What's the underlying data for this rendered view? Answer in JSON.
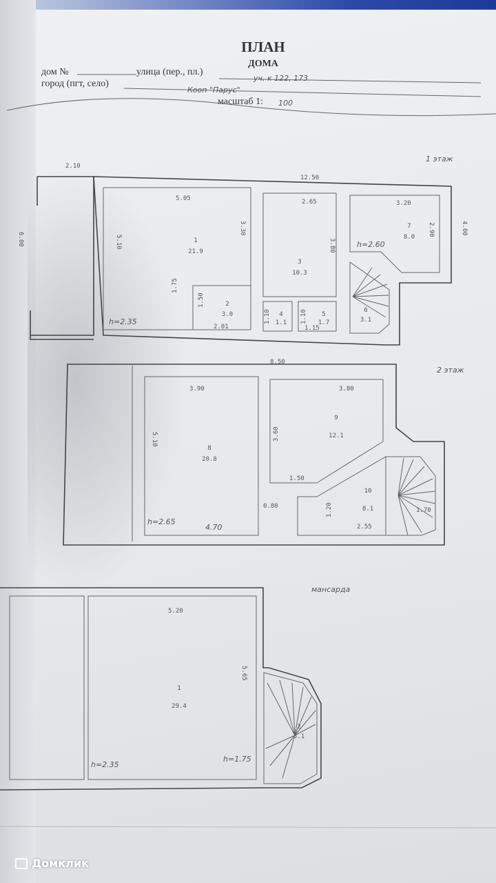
{
  "header": {
    "title": "ПЛАН",
    "subtitle": "ДОМА",
    "house_no_label": "дом №",
    "street_label": "улица (пер., пл.)",
    "street_value": "уч. к 122, 173",
    "city_label": "город (пгт, село)",
    "city_value": "Кооп \"Парус\"",
    "scale_label": "масштаб 1:",
    "scale_value": "100"
  },
  "floor1": {
    "label": "1 этаж",
    "dims": [
      "2.10",
      "12.50",
      "5.05",
      "3.30",
      "2.65",
      "3.20",
      "2.90",
      "4.00",
      "6.00",
      "5.10",
      "1.75",
      "1.50",
      "2.01",
      "3.80",
      "1.10",
      "1.10",
      "1.15",
      "h=2.35",
      "h=2.60"
    ],
    "rooms": [
      {
        "no": "1",
        "area": "21.9"
      },
      {
        "no": "2",
        "area": "3.0"
      },
      {
        "no": "3",
        "area": "10.3"
      },
      {
        "no": "4",
        "area": "1.1"
      },
      {
        "no": "5",
        "area": "1.7"
      },
      {
        "no": "6",
        "area": "3.1"
      },
      {
        "no": "7",
        "area": "8.0"
      }
    ]
  },
  "floor2": {
    "label": "2 этаж",
    "dims": [
      "8.50",
      "3.90",
      "3.80",
      "5.10",
      "3.60",
      "1.50",
      "0.80",
      "1.20",
      "2.55",
      "1.70",
      "h=2.65",
      "4.70"
    ],
    "rooms": [
      {
        "no": "8",
        "area": "20.8"
      },
      {
        "no": "9",
        "area": "12.1"
      },
      {
        "no": "10",
        "area": "8.1"
      }
    ]
  },
  "attic": {
    "label": "мансарда",
    "dims": [
      "5.20",
      "5.65",
      "h=2.35",
      "h=1.75"
    ],
    "rooms": [
      {
        "no": "1",
        "area": "29.4"
      },
      {
        "no": "2",
        "area": "3.1"
      }
    ]
  },
  "watermark": "Домклик"
}
